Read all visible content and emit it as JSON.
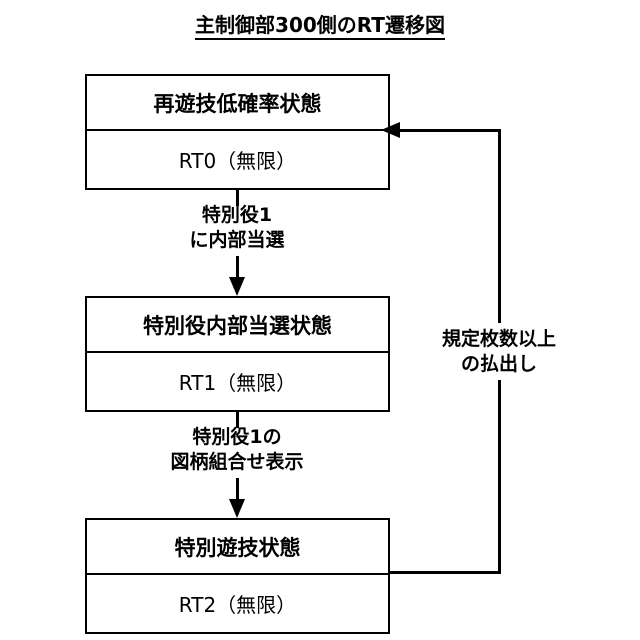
{
  "diagram": {
    "title": "主制御部300側のRT遷移図",
    "states": [
      {
        "id": "rt0",
        "name": "再遊技低確率状態",
        "rt": "RT0（無限）"
      },
      {
        "id": "rt1",
        "name": "特別役内部当選状態",
        "rt": "RT1（無限）"
      },
      {
        "id": "rt2",
        "name": "特別遊技状態",
        "rt": "RT2（無限）"
      }
    ],
    "transitions": [
      {
        "id": "t1",
        "from": "rt0",
        "to": "rt1",
        "line1": "特別役1",
        "line2": "に内部当選"
      },
      {
        "id": "t2",
        "from": "rt1",
        "to": "rt2",
        "line1": "特別役1の",
        "line2": "図柄組合せ表示"
      },
      {
        "id": "t3",
        "from": "rt2",
        "to": "rt0",
        "line1": "規定枚数以上",
        "line2": "の払出し"
      }
    ]
  },
  "colors": {
    "background": "#ffffff",
    "stroke": "#000000",
    "text": "#000000"
  }
}
